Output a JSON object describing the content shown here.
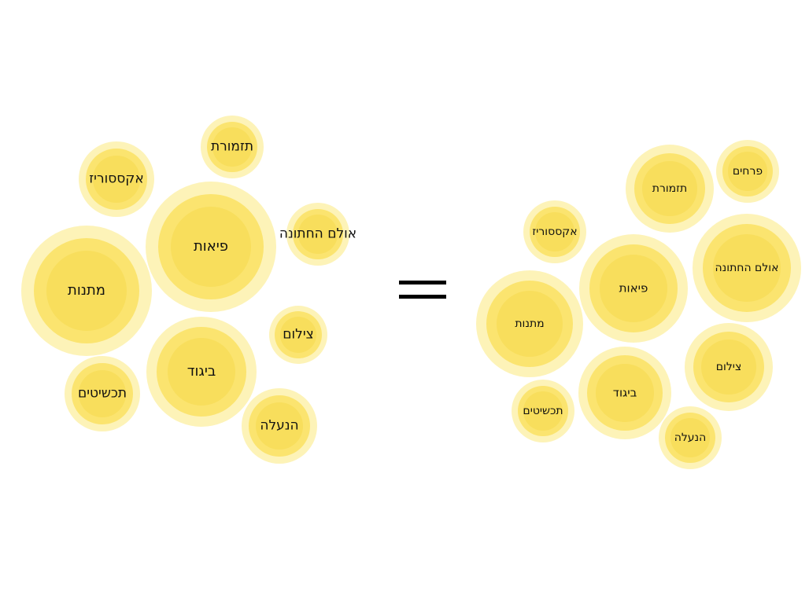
{
  "diagram": {
    "equals_symbol": "=",
    "colors": {
      "halo": "#fdf3b8",
      "ring": "#fbe46f",
      "core": "#f8de5c",
      "text": "#111111",
      "equals": "#000000"
    },
    "left_cluster": [
      {
        "label": "תזמורת",
        "size": "small"
      },
      {
        "label": "אקססוריז",
        "size": "small"
      },
      {
        "label": "פיאות",
        "size": "large"
      },
      {
        "label": "אולם החתונה",
        "size": "small"
      },
      {
        "label": "מתנות",
        "size": "large"
      },
      {
        "label": "צילום",
        "size": "small"
      },
      {
        "label": "ביגוד",
        "size": "medium"
      },
      {
        "label": "תכשיטים",
        "size": "small"
      },
      {
        "label": "הנעלה",
        "size": "small"
      }
    ],
    "right_cluster": [
      {
        "label": "פרחים",
        "size": "small"
      },
      {
        "label": "תזמורת",
        "size": "medium"
      },
      {
        "label": "אקססוריז",
        "size": "small"
      },
      {
        "label": "אולם החתונה",
        "size": "medium"
      },
      {
        "label": "פיאות",
        "size": "medium"
      },
      {
        "label": "מתנות",
        "size": "medium"
      },
      {
        "label": "צילום",
        "size": "medium"
      },
      {
        "label": "ביגוד",
        "size": "medium"
      },
      {
        "label": "תכשיטים",
        "size": "small"
      },
      {
        "label": "הנעלה",
        "size": "small"
      }
    ]
  }
}
